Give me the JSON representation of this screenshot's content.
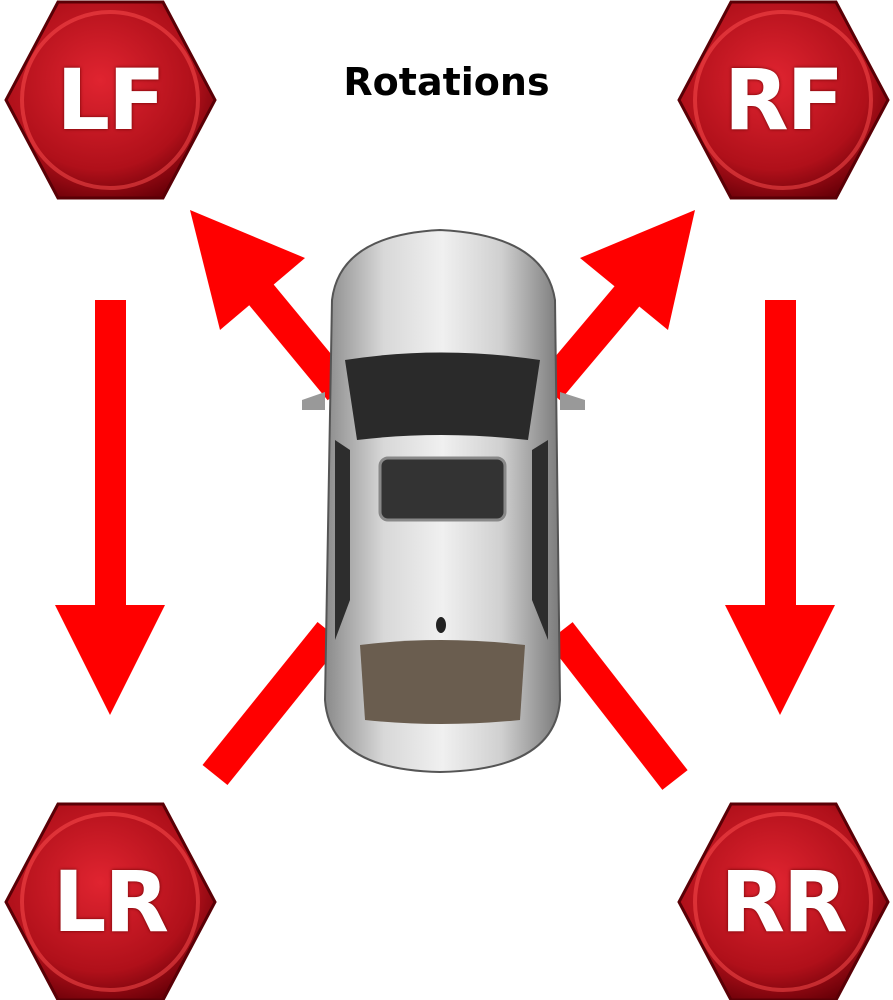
{
  "title": "Rotations",
  "positions": [
    {
      "id": "lf",
      "label": "LF"
    },
    {
      "id": "rf",
      "label": "RF"
    },
    {
      "id": "lr",
      "label": "LR"
    },
    {
      "id": "rr",
      "label": "RR"
    }
  ],
  "colors": {
    "arrow": "#ff0000",
    "cap": "#c8101a",
    "car": "#b8b8b8"
  }
}
